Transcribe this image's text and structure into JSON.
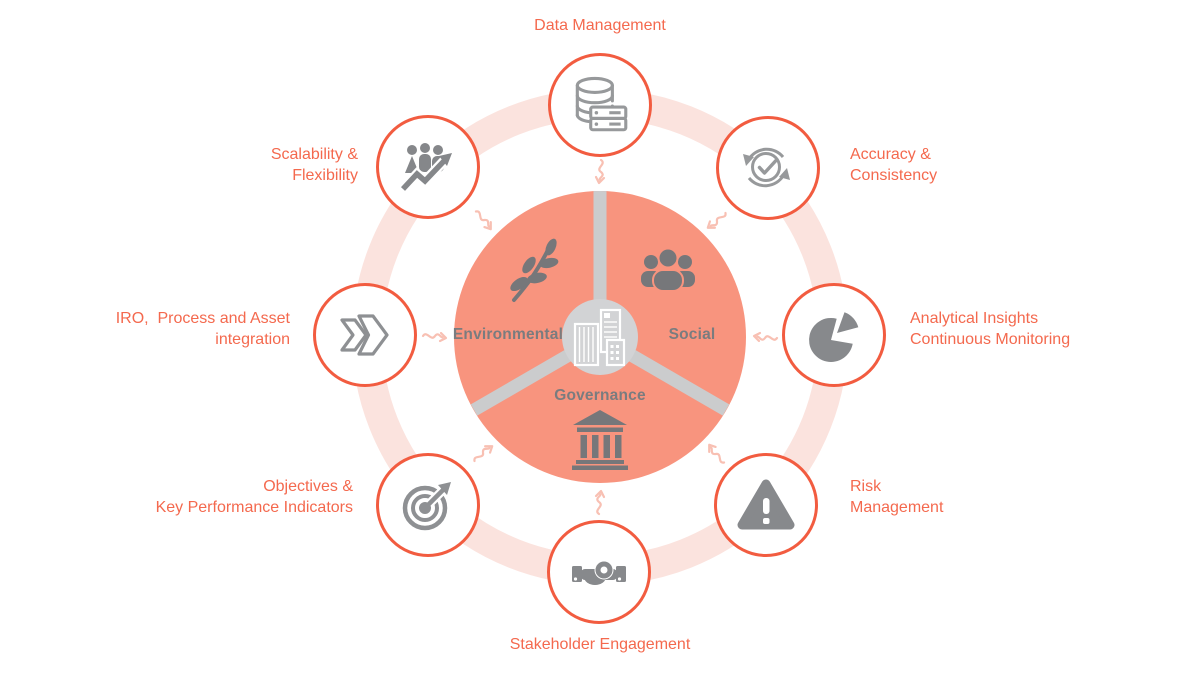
{
  "diagram_title": "",
  "colors": {
    "hub_fill": "#F8947E",
    "node_border": "#F25C40",
    "label_text": "#F4694E",
    "esg_label_text": "#7A7C7F",
    "ring": "#FBE3DE",
    "spoke": "#CBCCCD",
    "hub_center_circle": "#D2D3D5",
    "icon_gray_solid": "#87898C",
    "icon_gray_outline": "#97999B",
    "squiggle": "#F8C0B3"
  },
  "center": {
    "hub_icon": "buildings-icon",
    "segments": [
      {
        "label": "Environmental",
        "icon": "branch-leaf-icon"
      },
      {
        "label": "Social",
        "icon": "people-group-icon"
      },
      {
        "label": "Governance",
        "icon": "bank-icon"
      }
    ]
  },
  "nodes": [
    {
      "position": "top",
      "label": "Data Management",
      "icon": "database-icon"
    },
    {
      "position": "top-right",
      "label": "Accuracy &\nConsistency",
      "icon": "sync-check-icon"
    },
    {
      "position": "right",
      "label": "Analytical Insights\nContinuous Monitoring",
      "icon": "pie-chart-icon"
    },
    {
      "position": "bottom-right",
      "label": "Risk\nManagement",
      "icon": "warning-triangle-icon"
    },
    {
      "position": "bottom",
      "label": "Stakeholder Engagement",
      "icon": "handshake-icon"
    },
    {
      "position": "bottom-left",
      "label": "Objectives &\nKey Performance Indicators",
      "icon": "target-arrow-icon"
    },
    {
      "position": "left",
      "label": "IRO,  Process and Asset\nintegration",
      "icon": "double-chevron-icon"
    },
    {
      "position": "top-left",
      "label": "Scalability &\nFlexibility",
      "icon": "people-growth-icon"
    }
  ]
}
